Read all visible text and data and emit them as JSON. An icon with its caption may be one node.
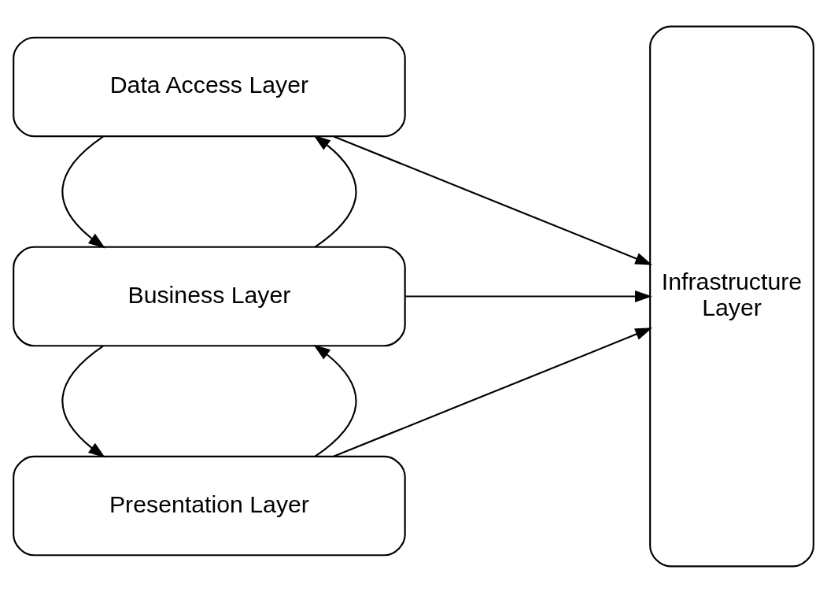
{
  "diagram": {
    "nodes": [
      {
        "text": [
          "Presentation Layer"
        ]
      },
      {
        "text": [
          "Business Layer"
        ]
      },
      {
        "text": [
          "Data Access Layer"
        ]
      },
      {
        "text": [
          "Infrastructure Layer"
        ]
      }
    ],
    "edges": [
      {
        "from": 0,
        "to": 1,
        "arrow": "to"
      },
      {
        "from": 1,
        "to": 0,
        "arrow": "to"
      },
      {
        "from": 1,
        "to": 2,
        "arrow": "to"
      },
      {
        "from": 2,
        "to": 1,
        "arrow": "to"
      },
      {
        "from": 0,
        "to": 3,
        "arrow": "to"
      },
      {
        "from": 1,
        "to": 3,
        "arrow": "to"
      },
      {
        "from": 2,
        "to": 3,
        "arrow": "to"
      }
    ]
  }
}
